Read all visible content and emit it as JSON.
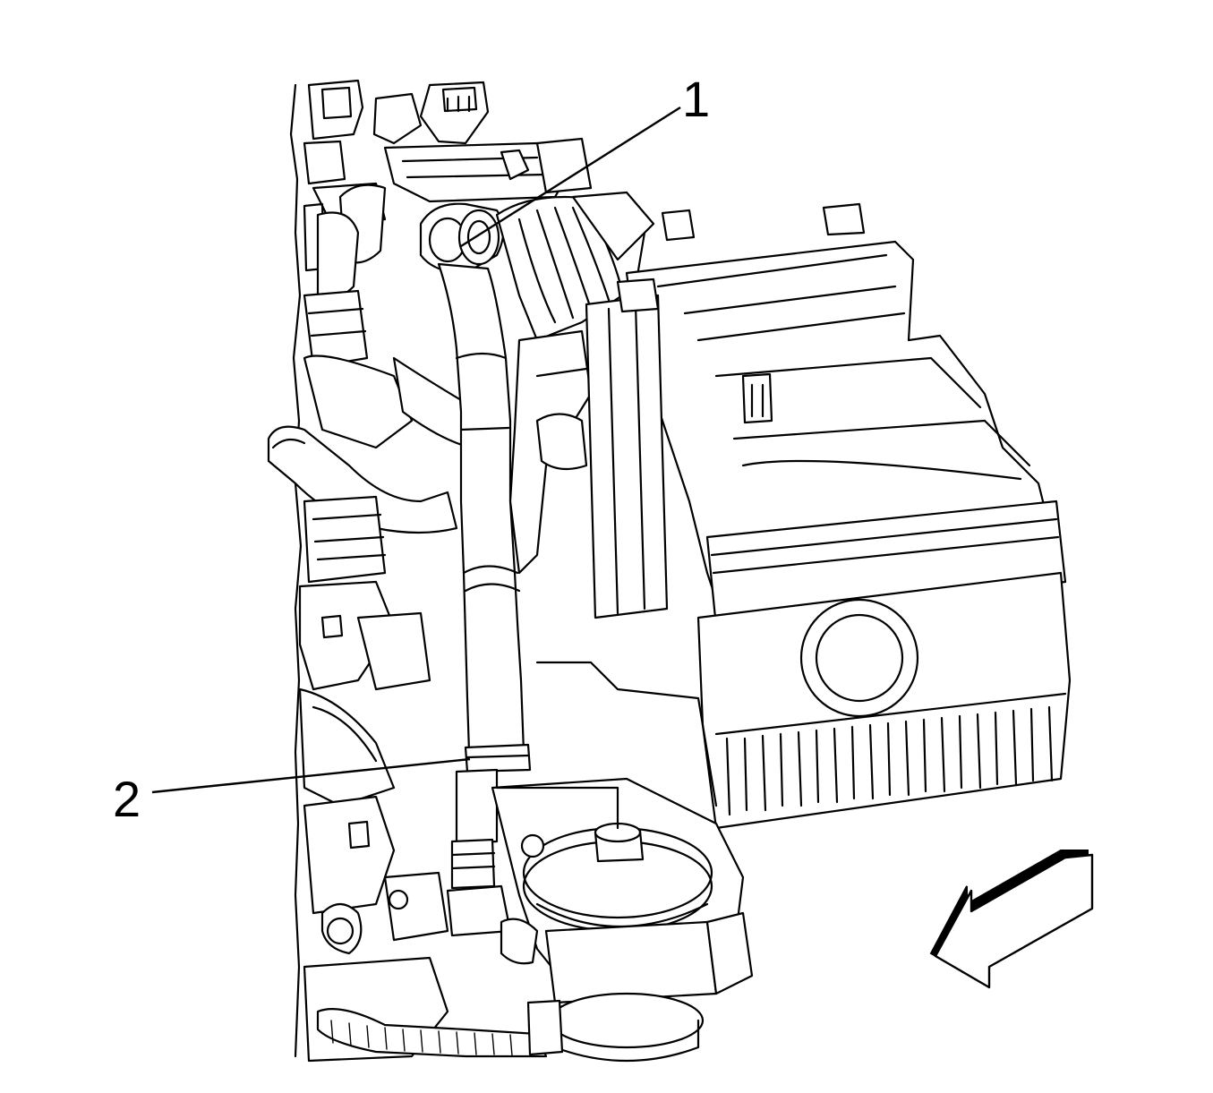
{
  "callouts": [
    {
      "id": "1",
      "label": "1"
    },
    {
      "id": "2",
      "label": "2"
    }
  ],
  "colors": {
    "line": "#000000",
    "background": "#ffffff"
  },
  "icons": [
    "direction-arrow-icon"
  ]
}
